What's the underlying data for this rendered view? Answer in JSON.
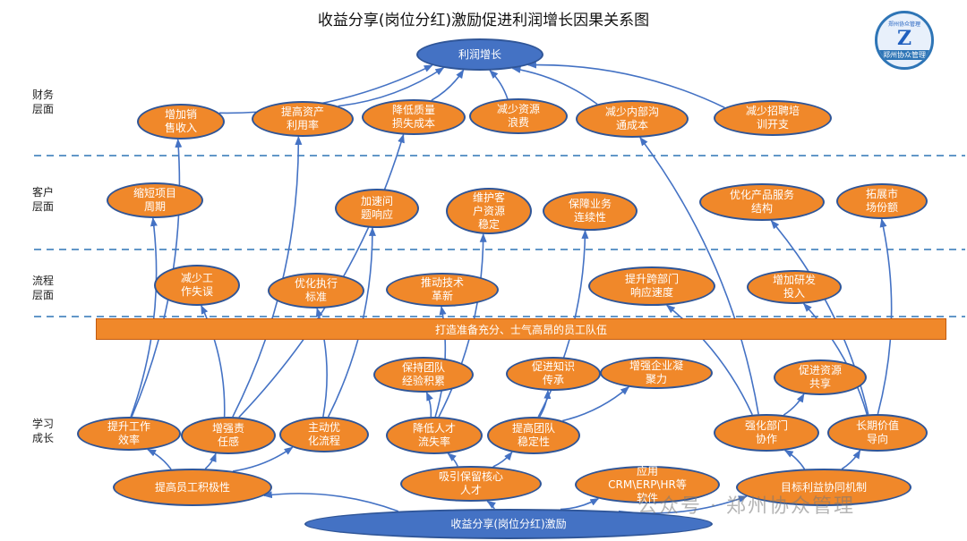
{
  "title": "收益分享(岗位分红)激励促进利润增长因果关系图",
  "layers": [
    {
      "id": "finance",
      "label": "财务\n层面"
    },
    {
      "id": "customer",
      "label": "客户\n层面"
    },
    {
      "id": "process",
      "label": "流程\n层面"
    },
    {
      "id": "learning",
      "label": "学习\n成长"
    }
  ],
  "bar_label": "打造准备充分、士气高昂的员工队伍",
  "logo": {
    "caption": "郑州协众管理",
    "mark": "Z",
    "footer": "郑州协众管理"
  },
  "watermark": "公众号 · 郑州协众管理",
  "nodes": [
    {
      "id": "profit",
      "label": "利润增长",
      "style": "blue"
    },
    {
      "id": "sales",
      "label": "增加销\n售收入"
    },
    {
      "id": "asset",
      "label": "提高资产\n利用率"
    },
    {
      "id": "quality",
      "label": "降低质量\n损失成本"
    },
    {
      "id": "waste",
      "label": "减少资源\n浪费"
    },
    {
      "id": "comm",
      "label": "减少内部沟\n通成本"
    },
    {
      "id": "recruit",
      "label": "减少招聘培\n训开支"
    },
    {
      "id": "cycle",
      "label": "缩短项目\n周期"
    },
    {
      "id": "respond",
      "label": "加速问\n题响应"
    },
    {
      "id": "custres",
      "label": "维护客\n户资源\n稳定"
    },
    {
      "id": "continuity",
      "label": "保障业务\n连续性"
    },
    {
      "id": "optprod",
      "label": "优化产品服务\n结构"
    },
    {
      "id": "market",
      "label": "拓展市\n场份额"
    },
    {
      "id": "mistake",
      "label": "减少工\n作失误"
    },
    {
      "id": "exec",
      "label": "优化执行\n标准"
    },
    {
      "id": "tech",
      "label": "推动技术\n革新"
    },
    {
      "id": "crossdept",
      "label": "提升跨部门\n响应速度"
    },
    {
      "id": "rnd",
      "label": "增加研发\n投入"
    },
    {
      "id": "teamexp",
      "label": "保持团队\n经验积累"
    },
    {
      "id": "knowledge",
      "label": "促进知识\n传承"
    },
    {
      "id": "cohesion",
      "label": "增强企业凝\n聚力"
    },
    {
      "id": "resshare",
      "label": "促进资源\n共享"
    },
    {
      "id": "efficiency",
      "label": "提升工作\n效率"
    },
    {
      "id": "responsibility",
      "label": "增强责\n任感"
    },
    {
      "id": "optprocess",
      "label": "主动优\n化流程"
    },
    {
      "id": "turnover",
      "label": "降低人才\n流失率"
    },
    {
      "id": "stability",
      "label": "提高团队\n稳定性"
    },
    {
      "id": "collab",
      "label": "强化部门\n协作"
    },
    {
      "id": "longterm",
      "label": "长期价值\n导向"
    },
    {
      "id": "enthusiasm",
      "label": "提高员工积极性"
    },
    {
      "id": "attract",
      "label": "吸引保留核心\n人才"
    },
    {
      "id": "software",
      "label": "应用\nCRM\\ERP\\HR等\n软件"
    },
    {
      "id": "mechanism",
      "label": "目标利益协同机制"
    },
    {
      "id": "gainshare",
      "label": "收益分享(岗位分红)激励",
      "style": "blue"
    }
  ],
  "edges": [
    [
      "sales",
      "profit"
    ],
    [
      "asset",
      "profit"
    ],
    [
      "quality",
      "profit"
    ],
    [
      "waste",
      "profit"
    ],
    [
      "comm",
      "profit"
    ],
    [
      "recruit",
      "profit"
    ],
    [
      "gainshare",
      "enthusiasm"
    ],
    [
      "gainshare",
      "attract"
    ],
    [
      "gainshare",
      "software"
    ],
    [
      "gainshare",
      "mechanism"
    ],
    [
      "enthusiasm",
      "efficiency"
    ],
    [
      "enthusiasm",
      "responsibility"
    ],
    [
      "enthusiasm",
      "optprocess"
    ],
    [
      "attract",
      "turnover"
    ],
    [
      "attract",
      "stability"
    ],
    [
      "mechanism",
      "collab"
    ],
    [
      "mechanism",
      "longterm"
    ],
    [
      "efficiency",
      "cycle"
    ],
    [
      "efficiency",
      "sales"
    ],
    [
      "responsibility",
      "mistake"
    ],
    [
      "responsibility",
      "asset"
    ],
    [
      "responsibility",
      "quality"
    ],
    [
      "optprocess",
      "exec"
    ],
    [
      "optprocess",
      "respond"
    ],
    [
      "turnover",
      "teamexp"
    ],
    [
      "turnover",
      "tech"
    ],
    [
      "turnover",
      "custres"
    ],
    [
      "stability",
      "knowledge"
    ],
    [
      "stability",
      "cohesion"
    ],
    [
      "stability",
      "continuity"
    ],
    [
      "collab",
      "resshare"
    ],
    [
      "collab",
      "crossdept"
    ],
    [
      "collab",
      "comm"
    ],
    [
      "longterm",
      "rnd"
    ],
    [
      "longterm",
      "optprod"
    ],
    [
      "longterm",
      "market"
    ]
  ]
}
